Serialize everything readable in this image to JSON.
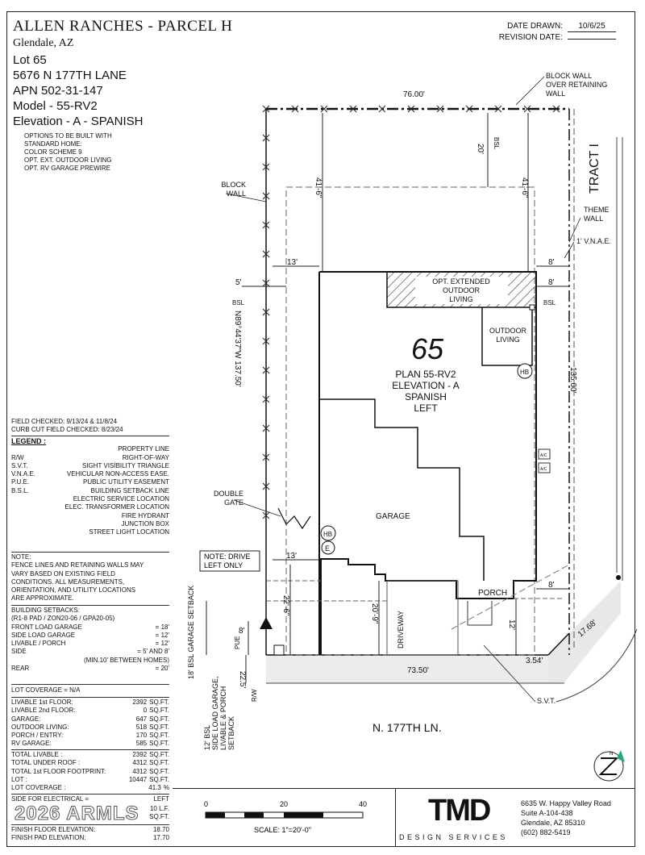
{
  "header": {
    "title": "ALLEN RANCHES - PARCEL  H",
    "city": "Glendale, AZ",
    "lot": "Lot  65",
    "address": "5676 N 177TH LANE",
    "apn": "APN 502-31-147",
    "model": "Model - 55-RV2",
    "elevation": "Elevation - A - SPANISH",
    "options": [
      "OPTIONS TO BE BUILT WITH",
      "STANDARD HOME:",
      "COLOR SCHEME 9",
      "OPT. EXT. OUTDOOR LIVING",
      "OPT. RV GARAGE PREWIRE"
    ]
  },
  "dates": {
    "drawn_label": "DATE DRAWN:",
    "drawn_value": "10/6/25",
    "revision_label": "REVISION DATE:",
    "revision_value": ""
  },
  "field_checks": [
    "FIELD CHECKED: 9/13/24 & 11/8/24",
    "CURB CUT FIELD CHECKED: 8/23/24"
  ],
  "legend": {
    "title": "LEGEND :",
    "items": [
      {
        "code": "",
        "label": "PROPERTY LINE"
      },
      {
        "code": "R/W",
        "label": "RIGHT-OF-WAY"
      },
      {
        "code": "S.V.T.",
        "label": "SIGHT VISIBILITY TRIANGLE"
      },
      {
        "code": "V.N.A.E.",
        "label": "VEHICULAR NON-ACCESS EASE."
      },
      {
        "code": "P.U.E.",
        "label": "PUBLIC UTILITY EASEMENT"
      },
      {
        "code": "B.S.L.",
        "label": "BUILDING SETBACK LINE"
      },
      {
        "code": "",
        "label": "ELECTRIC SERVICE LOCATION"
      },
      {
        "code": "",
        "label": "ELEC. TRANSFORMER LOCATION"
      },
      {
        "code": "",
        "label": "FIRE HYDRANT"
      },
      {
        "code": "",
        "label": "JUNCTION BOX"
      },
      {
        "code": "",
        "label": "STREET LIGHT LOCATION"
      }
    ]
  },
  "note": [
    "NOTE:",
    "FENCE LINES AND RETAINING WALLS MAY",
    "VARY BASED ON EXISTING FIELD",
    "CONDITIONS.  ALL MEASUREMENTS,",
    "ORIENTATION, AND UTILITY LOCATIONS",
    "ARE APPROXIMATE."
  ],
  "setbacks": {
    "title": "BUILDING SETBACKS:",
    "zoning": "(R1-8 PAD / ZON20-06 / GPA20-05)",
    "rows": [
      {
        "label": "FRONT LOAD GARAGE",
        "value": "= 18'"
      },
      {
        "label": "SIDE LOAD GARAGE",
        "value": "= 12'"
      },
      {
        "label": "LIVABLE / PORCH",
        "value": "= 12'"
      },
      {
        "label": "SIDE",
        "value": "= 5' AND 8'"
      },
      {
        "label": "",
        "value": "(MIN.10' BETWEEN HOMES)"
      },
      {
        "label": "REAR",
        "value": "= 20'"
      }
    ]
  },
  "lot_coverage_note": "LOT COVERAGE = N/A",
  "areas": [
    {
      "label": "LIVABLE 1st FLOOR:",
      "value": "2392",
      "unit": "SQ.FT."
    },
    {
      "label": "LIVABLE 2nd FLOOR:",
      "value": "0",
      "unit": "SQ.FT."
    },
    {
      "label": "GARAGE:",
      "value": "647",
      "unit": "SQ.FT."
    },
    {
      "label": "OUTDOOR LIVING:",
      "value": "518",
      "unit": "SQ.FT."
    },
    {
      "label": "PORCH / ENTRY:",
      "value": "170",
      "unit": "SQ.FT."
    },
    {
      "label": "RV GARAGE:",
      "value": "585",
      "unit": "SQ.FT."
    }
  ],
  "totals": [
    {
      "label": "TOTAL LIVABLE :",
      "value": "2392",
      "unit": "SQ.FT."
    },
    {
      "label": "TOTAL UNDER ROOF :",
      "value": "4312",
      "unit": "SQ.FT."
    },
    {
      "label": "TOTAL 1st FLOOR FOOTPRINT:",
      "value": "4312",
      "unit": "SQ.FT."
    },
    {
      "label": "LOT :",
      "value": "10447",
      "unit": "SQ.FT."
    },
    {
      "label": "LOT COVERAGE :",
      "value": "41.3",
      "unit": "%"
    }
  ],
  "electrical": {
    "label": "SIDE FOR ELECTRICAL =",
    "value": "LEFT"
  },
  "misc_rows": [
    {
      "label": "",
      "value": "10 L.F."
    },
    {
      "label": "",
      "value": "SQ.FT."
    }
  ],
  "finish": [
    {
      "label": "FINISH FLOOR ELEVATION:",
      "value": "18.70"
    },
    {
      "label": "FINISH PAD ELEVATION:",
      "value": "17.70"
    }
  ],
  "watermark": "2026 ARMLS",
  "plan": {
    "lot_number": "65",
    "plan_lines": [
      "PLAN 55-RV2",
      "ELEVATION - A",
      "SPANISH",
      "LEFT"
    ],
    "top_dim": "76.00'",
    "bottom_dim": "73.50'",
    "left_dim": "N89°44'37\"W 137.50'",
    "right_dim": "135.00'",
    "rear_sl": "20'",
    "bsl": "BSL",
    "rear_left": "41'-6\"",
    "rear_right": "41'-6\"",
    "side_left_13": "13'",
    "side_right_8": "8'",
    "left_5": "5'",
    "right_8b": "8'",
    "garage_13": "13'",
    "garage_22": "22'-6\"",
    "drive_20": "20'-9\"",
    "porch_8": "8'",
    "porch_12": "12'",
    "pue_8": "8'",
    "dim_354": "3.54'",
    "dim_1768": "17.68'",
    "dim_225": "22.5'",
    "labels": {
      "block_wall_retaining": [
        "BLOCK WALL",
        "OVER RETAINING",
        "WALL"
      ],
      "block_wall": [
        "BLOCK",
        "WALL"
      ],
      "theme_wall": [
        "THEME",
        "WALL"
      ],
      "vnae": "1' V.N.A.E.",
      "tract": "TRACT I",
      "opt_outdoor": [
        "OPT. EXTENDED",
        "OUTDOOR",
        "LIVING"
      ],
      "outdoor_living": [
        "OUTDOOR",
        "LIVING"
      ],
      "hb": "HB",
      "e": "E",
      "ac": "A/C",
      "garage": "GARAGE",
      "porch": "PORCH",
      "driveway": "DRIVEWAY",
      "double_gate": [
        "DOUBLE",
        "GATE"
      ],
      "drive_note": [
        "NOTE: DRIVE",
        "LEFT ONLY"
      ],
      "garage_setback": "18' BSL GARAGE SETBACK",
      "side_load_setback": [
        "12' BSL",
        "SIDE LOAD GARAGE,",
        "LIVABLE & PORCH",
        "SETBACK"
      ],
      "pue": "PUE",
      "rw": "R/W",
      "svt": "S.V.T.",
      "street": "N. 177TH LN.",
      "north": "N"
    }
  },
  "scale": {
    "ticks": [
      "0",
      "20",
      "40"
    ],
    "label": "SCALE:  1\"=20'-0\""
  },
  "company": {
    "logo": "TMD",
    "tagline": "DESIGN SERVICES",
    "address_lines": [
      "6635 W. Happy Valley Road",
      "Suite A-104-438",
      "Glendale, AZ 85310",
      "(602) 882-5419"
    ]
  }
}
